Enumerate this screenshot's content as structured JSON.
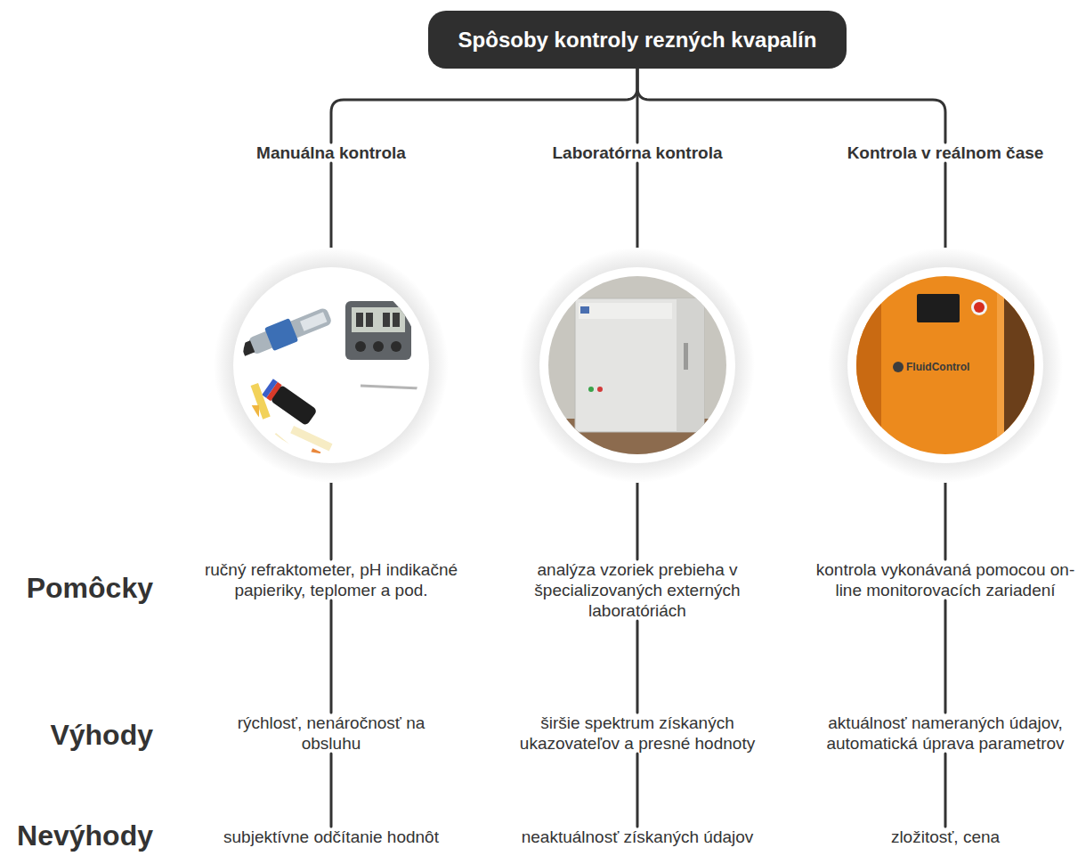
{
  "diagram": {
    "nodes": [
      {
        "text": [
          "Spôsoby kontroly rezných kvapalín"
        ]
      },
      {
        "text": [
          "Manuálna kontrola"
        ]
      },
      {
        "text": [
          "Laboratórna kontrola"
        ]
      },
      {
        "text": [
          "Kontrola v reálnom čase"
        ]
      },
      {
        "text": [
          "ručný refraktometer, pH indikačné papieriky, teplomer a pod."
        ]
      },
      {
        "text": [
          "analýza vzoriek prebieha v špecializovaných externých laboratóriách"
        ]
      },
      {
        "text": [
          "kontrola vykonávaná pomocou on-line monitorovacích zariadení"
        ]
      },
      {
        "text": [
          "rýchlosť, nenáročnosť na obsluhu"
        ]
      },
      {
        "text": [
          "širšie spektrum získaných ukazovateľov a presné hodnoty"
        ]
      },
      {
        "text": [
          "aktuálnosť nameraných údajov, automatická úprava parametrov"
        ]
      },
      {
        "text": [
          "subjektívne odčítanie hodnôt"
        ]
      },
      {
        "text": [
          "neaktuálnosť získaných údajov"
        ]
      },
      {
        "text": [
          "zložitosť, cena"
        ]
      }
    ],
    "edges": [
      {
        "from": 0,
        "to": 1,
        "arrow": "none"
      },
      {
        "from": 0,
        "to": 2,
        "arrow": "none"
      },
      {
        "from": 0,
        "to": 3,
        "arrow": "none"
      },
      {
        "from": 1,
        "to": 4,
        "arrow": "none"
      },
      {
        "from": 2,
        "to": 5,
        "arrow": "none"
      },
      {
        "from": 3,
        "to": 6,
        "arrow": "none"
      },
      {
        "from": 4,
        "to": 7,
        "arrow": "none"
      },
      {
        "from": 5,
        "to": 8,
        "arrow": "none"
      },
      {
        "from": 6,
        "to": 9,
        "arrow": "none"
      },
      {
        "from": 7,
        "to": 10,
        "arrow": "none"
      },
      {
        "from": 8,
        "to": 11,
        "arrow": "none"
      },
      {
        "from": 9,
        "to": 12,
        "arrow": "none"
      }
    ],
    "labels": [
      "Pomôcky",
      "Výhody",
      "Nevýhody",
      "FluidControl"
    ]
  }
}
